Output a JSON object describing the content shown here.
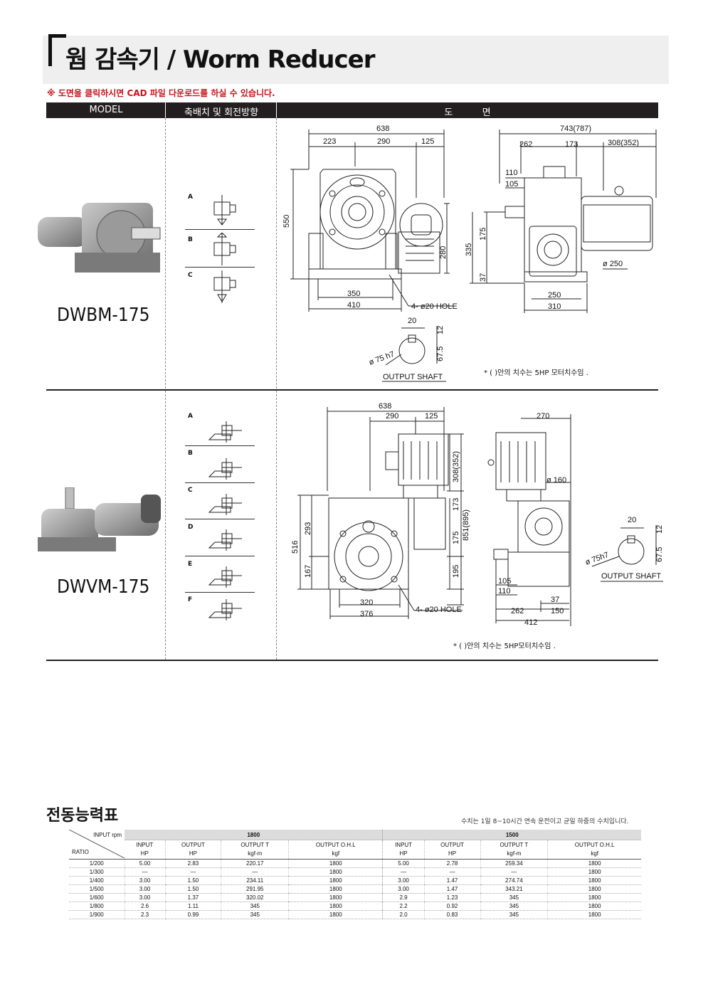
{
  "header": {
    "title": "웜 감속기 / Worm Reducer"
  },
  "notice": "※ 도면을 클릭하시면 CAD 파일 다운로드를 하실 수 있습니다.",
  "columns": {
    "model": "MODEL",
    "position": "축배치 및 회전방향",
    "drawing": "도          면"
  },
  "product1": {
    "name": "DWBM-175",
    "positions": [
      "A",
      "B",
      "C"
    ],
    "dims": {
      "d638": "638",
      "d223": "223",
      "d290": "290",
      "d125": "125",
      "d550": "550",
      "d280": "280",
      "d350": "350",
      "d410": "410",
      "hole": "4- ø20 HOLE",
      "d743": "743(787)",
      "d262": "262",
      "d173": "173",
      "d308": "308(352)",
      "d110": "110",
      "d105": "105",
      "d175": "175",
      "d335": "335",
      "d37": "37",
      "d250": "250",
      "d310": "310",
      "dia250": "ø 250",
      "s20": "20",
      "s12": "12",
      "s675": "67.5",
      "s75": "ø 75 h7",
      "shaft": "OUTPUT SHAFT"
    },
    "note": "* (  )안의  치수는   5HP 모터치수임 ."
  },
  "product2": {
    "name": "DWVM-175",
    "positions": [
      "A",
      "B",
      "C",
      "D",
      "E",
      "F"
    ],
    "dims": {
      "d638": "638",
      "d290": "290",
      "d125": "125",
      "d308": "308(352)",
      "d173": "173",
      "d851": "851(895)",
      "d175": "175",
      "d195": "195",
      "d516": "516",
      "d293": "293",
      "d167": "167",
      "d320": "320",
      "d376": "376",
      "hole": "4- ø20 HOLE",
      "d270": "270",
      "dia160": "ø 160",
      "d105": "105",
      "d110": "110",
      "d37": "37",
      "d262": "262",
      "d150": "150",
      "d412": "412",
      "s20": "20",
      "s12": "12",
      "s675": "67.5",
      "s75": "ø 75h7",
      "shaft": "OUTPUT SHAFT"
    },
    "note": "* (  )안의  치수는   5HP모터치수임 ."
  },
  "performance": {
    "title": "전동능력표",
    "note": "수치는 1일 8~10시간 연속 운전이고 균일 하중의 수치입니다.",
    "corner_top": "INPUT rpm",
    "corner_bottom": "RATIO",
    "rpm": [
      "1800",
      "1500"
    ],
    "headers": [
      [
        "INPUT",
        "HP"
      ],
      [
        "OUTPUT",
        "HP"
      ],
      [
        "OUTPUT T",
        "kgf-m"
      ],
      [
        "OUTPUT O.H.L",
        "kgf"
      ]
    ],
    "rows": [
      [
        "1/200",
        "5.00",
        "2.83",
        "220.17",
        "1800",
        "5.00",
        "2.78",
        "259.34",
        "1800"
      ],
      [
        "1/300",
        "—",
        "—",
        "—",
        "1800",
        "—",
        "—",
        "—",
        "1800"
      ],
      [
        "1/400",
        "3.00",
        "1.50",
        "234.11",
        "1800",
        "3.00",
        "1.47",
        "274.74",
        "1800"
      ],
      [
        "1/500",
        "3.00",
        "1.50",
        "291.95",
        "1800",
        "3.00",
        "1.47",
        "343.21",
        "1800"
      ],
      [
        "1/600",
        "3.00",
        "1.37",
        "320.02",
        "1800",
        "2.9",
        "1.23",
        "345",
        "1800"
      ],
      [
        "1/800",
        "2.6",
        "1.11",
        "345",
        "1800",
        "2.2",
        "0.92",
        "345",
        "1800"
      ],
      [
        "1/900",
        "2.3",
        "0.99",
        "345",
        "1800",
        "2.0",
        "0.83",
        "345",
        "1800"
      ]
    ]
  }
}
